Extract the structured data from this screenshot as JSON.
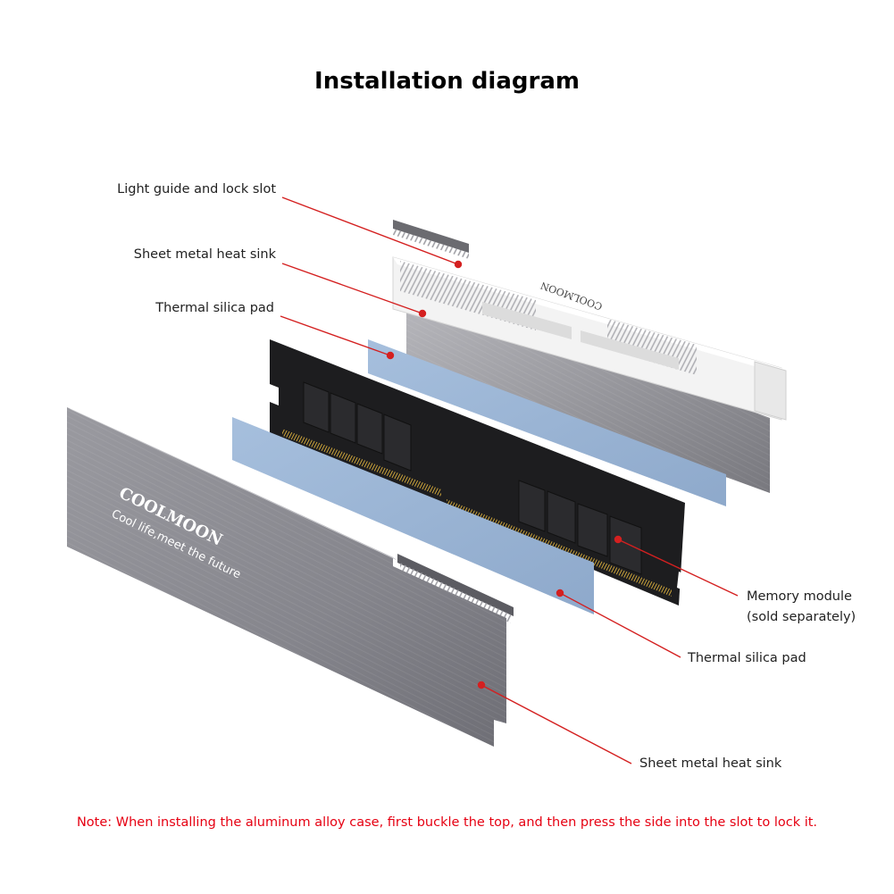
{
  "title": "Installation diagram",
  "labels": {
    "light_guide": "Light guide and lock slot",
    "sheet_heat_sink_top": "Sheet metal heat sink",
    "thermal_pad_top": "Thermal silica pad",
    "memory_module_line1": "Memory module",
    "memory_module_line2": "(sold separately)",
    "thermal_pad_bottom": "Thermal silica pad",
    "sheet_heat_sink_bottom": "Sheet metal heat sink"
  },
  "brand": {
    "back_logo": "COOLMOON",
    "front_logo": "COOLMOON",
    "front_slogan": "Cool life,meet the future"
  },
  "note": "Note: When installing the aluminum alloy case, first buckle the top, and then press the side into the slot to lock it.",
  "colors": {
    "leader_line": "#d42020",
    "pad": "#9db7d6",
    "ram": "#1d1d1f",
    "heatsink": "#8d8d93",
    "note_text": "#e60012"
  }
}
